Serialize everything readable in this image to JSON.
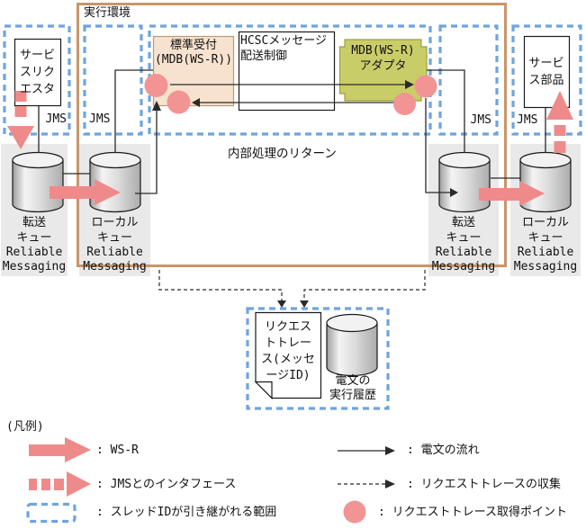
{
  "colors": {
    "accent_pink": "#EF8A8A",
    "trace_point_pink": "#F29494",
    "dashed_blue": "#6FA4DE",
    "env_border_tan": "#C89668",
    "reception_fill": "#F6E2CE",
    "adapter_fill": "#C9CD68",
    "panel_gray": "#E9E9E9"
  },
  "diagram": {
    "env_label": "実行環境",
    "requester": "サービ\nスリク\nエスタ",
    "component": "サービ\nス部品",
    "std_reception": "標準受付\n(MDB(WS-R))",
    "hcsc": "HCSCメッセージ\n配送制御",
    "adapter": "MDB(WS-R)\nアダプタ",
    "internal_return": "内部処理のリターン",
    "jms": "JMS",
    "queues": {
      "transfer": "転送\nキュー",
      "local": "ローカル\nキュー",
      "rm": "Reliable\nMessaging"
    },
    "trace_doc": "リクエス\nトトレー\nス(メッセ\nージID)",
    "exec_history": "電文の\n実行履歴"
  },
  "legend": {
    "title": "(凡例)",
    "items": [
      {
        "symbol": "ws-r-arrow",
        "label": ": WS-R"
      },
      {
        "symbol": "jms-interface-arrow",
        "label": ": JMSとのインタフェース"
      },
      {
        "symbol": "thread-id-range-box",
        "label": ": スレッドIDが引き継がれる範囲"
      },
      {
        "symbol": "message-flow-arrow",
        "label": ": 電文の流れ"
      },
      {
        "symbol": "request-trace-collection-arrow",
        "label": ": リクエストトレースの収集"
      },
      {
        "symbol": "request-trace-point",
        "label": ": リクエストトレース取得ポイント"
      }
    ]
  }
}
